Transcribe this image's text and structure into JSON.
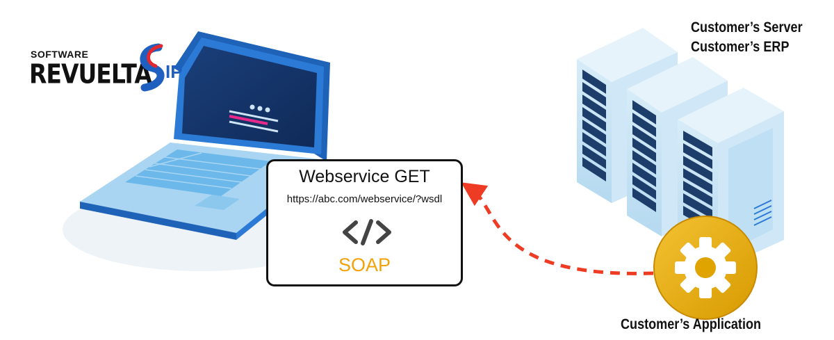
{
  "logo": {
    "small_text": "SOFTWARE",
    "big_text": "REVUELTA",
    "mark_text": "IP"
  },
  "webservice": {
    "title": "Webservice GET",
    "url": "https://abc.com/webservice/?wsdl",
    "code_icon": "code-brackets-icon",
    "protocol": "SOAP",
    "protocol_color": "#f2a20a"
  },
  "server": {
    "line1": "Customer’s Server",
    "line2": "Customer’s ERP",
    "icon": "server-rack-icon"
  },
  "application": {
    "label": "Customer’s Application",
    "icon": "gear-icon",
    "color": "#e0a400"
  },
  "connector": {
    "style": "dashed-arrow",
    "color": "#ee3b24"
  }
}
